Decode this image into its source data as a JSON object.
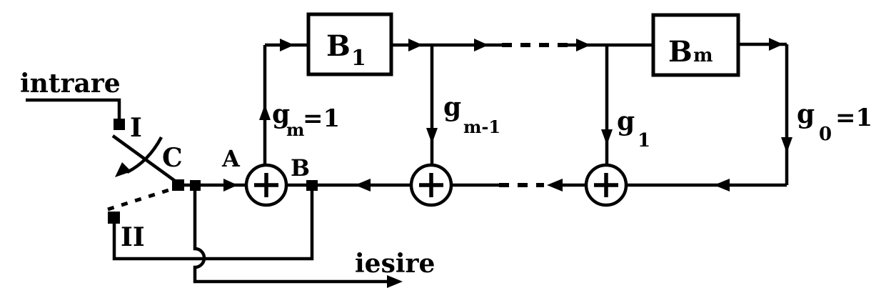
{
  "diagram": {
    "type": "circuit-block-diagram",
    "description_colors": {
      "ink": "#000000",
      "paper": "#ffffff"
    },
    "input_label": "intrare",
    "output_label": "iesire",
    "switch": {
      "pos1": "I",
      "pos2": "II",
      "common": "C"
    },
    "nodes": {
      "a": "A",
      "b": "B"
    },
    "blocks": [
      {
        "base": "B",
        "sub": "1"
      },
      {
        "base": "B",
        "sub": "m"
      }
    ],
    "gains": [
      {
        "base": "g",
        "sub": "m",
        "eq": "=1"
      },
      {
        "base": "g",
        "sub": "m-1",
        "eq": ""
      },
      {
        "base": "g",
        "sub": "1",
        "eq": ""
      },
      {
        "base": "g",
        "sub": "0",
        "eq": "=1"
      }
    ]
  }
}
